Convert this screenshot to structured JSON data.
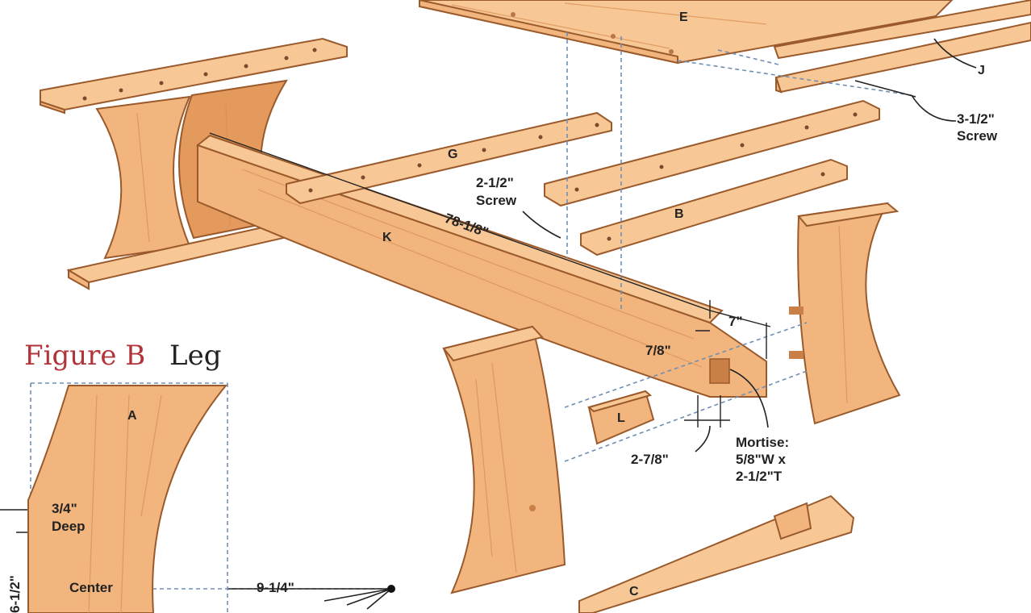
{
  "figure_b": {
    "figure": "Figure B",
    "subject": "Leg"
  },
  "parts": {
    "A": "A",
    "B": "B",
    "C": "C",
    "E": "E",
    "G": "G",
    "J": "J",
    "K": "K",
    "L": "L"
  },
  "dimensions": {
    "stretcher_length": "78-1/8\"",
    "tenon_length": "7\"",
    "shoulder": "7/8\"",
    "mortise_offset": "2-7/8\"",
    "center_to_edge": "9-1/4\"",
    "vertical": "6-1/2\""
  },
  "callouts": {
    "screw_long": [
      "3-1/2\"",
      "Screw"
    ],
    "screw_short": [
      "2-1/2\"",
      "Screw"
    ],
    "mortise": [
      "Mortise:",
      "5/8\"W x",
      "2-1/2\"T"
    ],
    "depth": [
      "3/4\"",
      "Deep"
    ],
    "center": "Center"
  },
  "colors": {
    "wood": "#f2b57e",
    "edge": "#9a5a2c",
    "dashed": "#6f8fb5",
    "figure_title": "#b0343a"
  }
}
